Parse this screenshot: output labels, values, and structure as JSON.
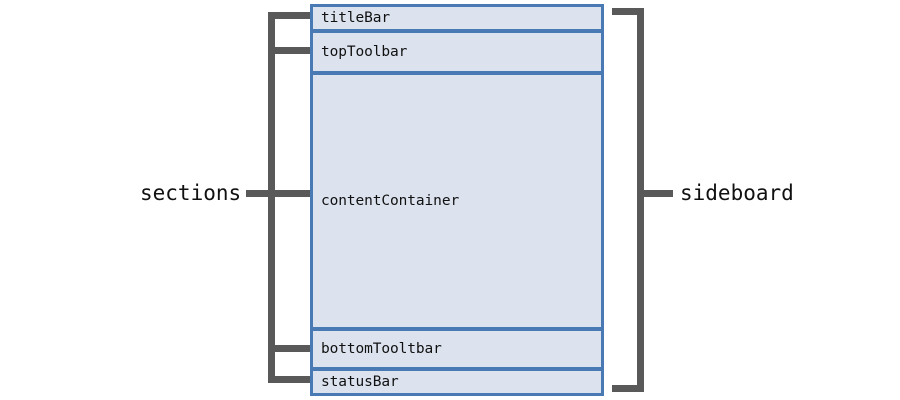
{
  "diagram": {
    "type": "bracket-annotation-diagram",
    "colors": {
      "box_fill": "#dce3ef",
      "box_border": "#4a7ab4",
      "bracket": "#595959",
      "text": "#111111",
      "background": "#ffffff"
    },
    "sections": {
      "group_label": "sections",
      "items": [
        {
          "label": "titleBar"
        },
        {
          "label": "topToolbar"
        },
        {
          "label": "contentContainer"
        },
        {
          "label": "bottomTooltbar"
        },
        {
          "label": "statusBar"
        }
      ]
    },
    "sideboard": {
      "group_label": "sideboard"
    }
  }
}
